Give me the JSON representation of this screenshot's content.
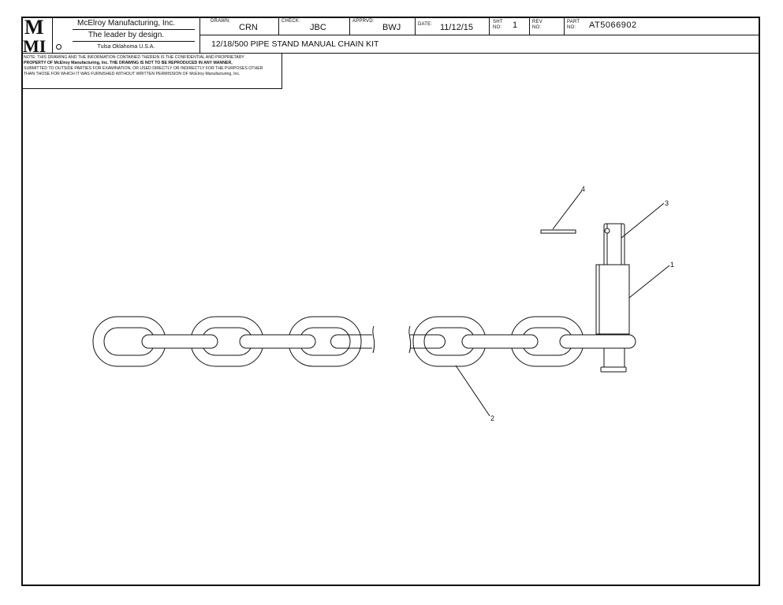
{
  "logo": {
    "letters_top": "M",
    "letters_bottom": "MI"
  },
  "company": {
    "name": "McElroy Manufacturing, Inc.",
    "tagline": "The leader by design.",
    "location": "Tulsa Oklahoma U.S.A."
  },
  "titleblock": {
    "drawn_label": "DRAWN:",
    "drawn_value": "CRN",
    "check_label": "CHECK:",
    "check_value": "JBC",
    "apprvd_label": "APPRVD:",
    "apprvd_value": "BWJ",
    "date_label": "DATE:",
    "date_value": "11/12/15",
    "sht_label_1": "SHT",
    "sht_label_2": "No:",
    "sht_value": "1",
    "rev_label_1": "REV",
    "rev_label_2": "No:",
    "rev_value": "",
    "part_label_1": "PART",
    "part_label_2": "No:",
    "part_value": "AT5066902",
    "title": "12/18/500 PIPE STAND MANUAL CHAIN KIT"
  },
  "note": {
    "line1": "NOTE: THIS DRAWING AND THE INFORMATION CONTAINED THEREIN IS THE CONFIDENTIAL AND PROPRIETARY",
    "line2": "PROPERTY OF McElroy Manufacturing, Inc. THE DRAWING IS NOT TO BE REPRODUCED IN ANY MANNER,",
    "line3": "SUBMITTED TO OUTSIDE PARTIES FOR EXAMINATION, OR USED DIRECTLY OR INDIRECTLY FOR THE PURPOSES OTHER",
    "line4": "THAN THOSE FOR WHICH IT WAS FURNISHED WITHOUT WRITTEN PERMISSION OF McElroy Manufacturing, Inc."
  },
  "balloons": [
    "1",
    "2",
    "3",
    "4"
  ],
  "colors": {
    "line": "#111111",
    "paper": "#ffffff"
  }
}
